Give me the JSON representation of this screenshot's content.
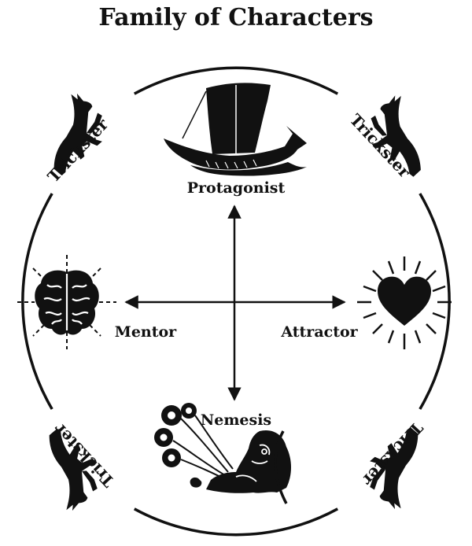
{
  "title": "Family of Characters",
  "labels": {
    "protagonist": "Protagonist",
    "mentor": "Mentor",
    "attractor": "Attractor",
    "nemesis": "Nemesis",
    "trickster": "Trickster"
  },
  "icons": {
    "protagonist": "sailing-ship-icon",
    "mentor": "brain-icon",
    "attractor": "heart-icon",
    "nemesis": "wind-spirit-icon",
    "trickster": "fox-icon"
  },
  "colors": {
    "ink": "#111111",
    "background": "#ffffff"
  }
}
